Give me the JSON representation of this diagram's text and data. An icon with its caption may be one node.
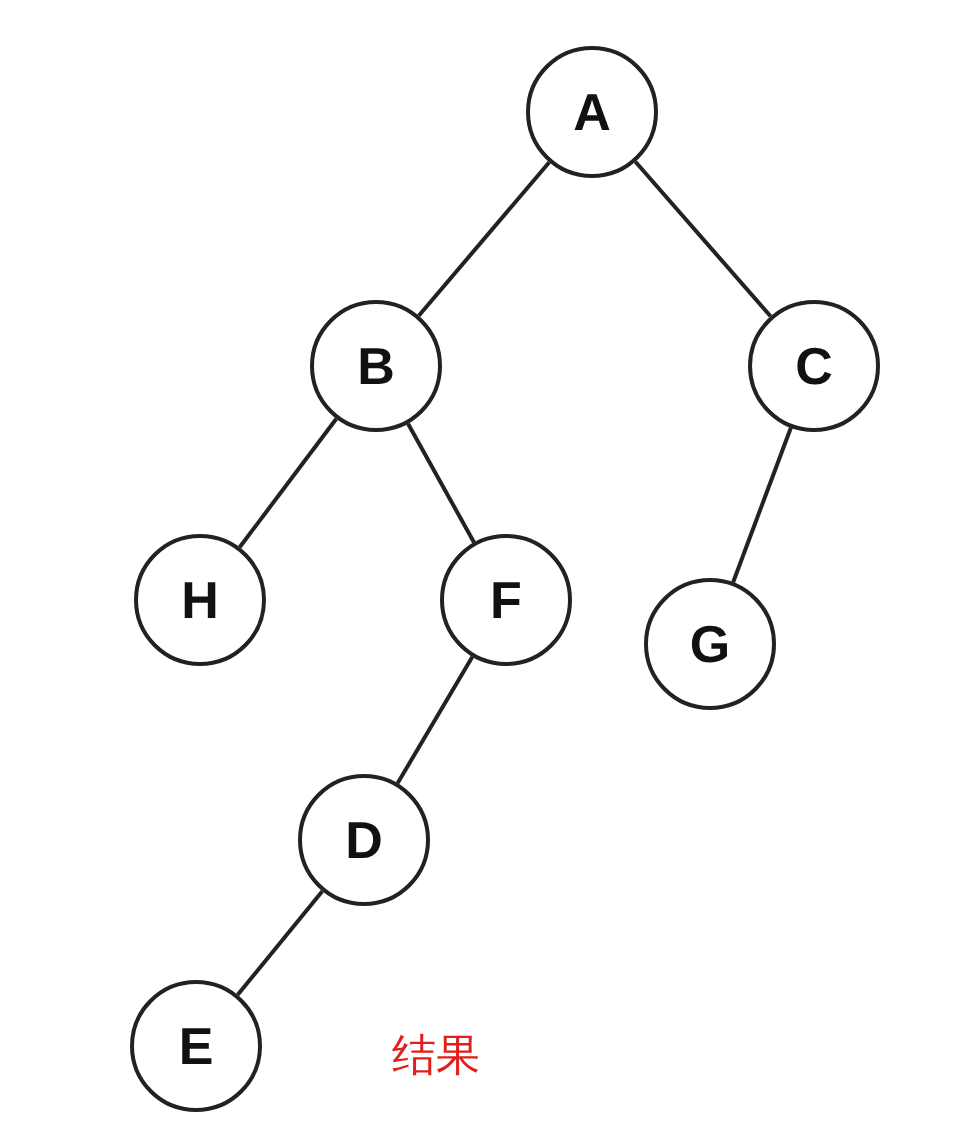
{
  "diagram": {
    "nodes": [
      {
        "text": [
          "A"
        ]
      },
      {
        "text": [
          "B"
        ]
      },
      {
        "text": [
          "C"
        ]
      },
      {
        "text": [
          "H"
        ]
      },
      {
        "text": [
          "F"
        ]
      },
      {
        "text": [
          "G"
        ]
      },
      {
        "text": [
          "D"
        ]
      },
      {
        "text": [
          "E"
        ]
      }
    ],
    "edges": [
      {
        "from": 0,
        "to": 1,
        "arrow": "none"
      },
      {
        "from": 0,
        "to": 2,
        "arrow": "none"
      },
      {
        "from": 1,
        "to": 3,
        "arrow": "none"
      },
      {
        "from": 1,
        "to": 4,
        "arrow": "none"
      },
      {
        "from": 2,
        "to": 5,
        "arrow": "none"
      },
      {
        "from": 4,
        "to": 6,
        "arrow": "none"
      },
      {
        "from": 6,
        "to": 7,
        "arrow": "none"
      }
    ],
    "labels": [
      "结果"
    ]
  }
}
